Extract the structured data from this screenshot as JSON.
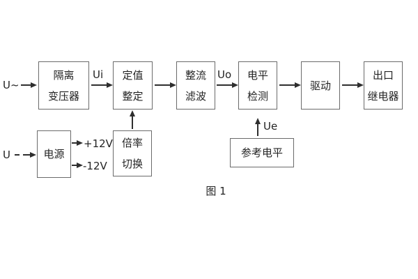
{
  "caption": "图 1",
  "inputs": {
    "ac_label": "U~",
    "dc_label": "U"
  },
  "signals": {
    "ui": "Ui",
    "uo": "Uo",
    "ue": "Ue",
    "plus_12v": "+12V",
    "minus_12v": "-12V"
  },
  "boxes": {
    "isolation_transformer": {
      "line1": "隔离",
      "line2": "变压器"
    },
    "setting": {
      "line1": "定值",
      "line2": "整定"
    },
    "rectifier_filter": {
      "line1": "整流",
      "line2": "滤波"
    },
    "level_detection": {
      "line1": "电平",
      "line2": "检测"
    },
    "drive": {
      "label": "驱动"
    },
    "output_relay": {
      "line1": "出口",
      "line2": "继电器"
    },
    "power_supply": {
      "label": "电源"
    },
    "multiplier_switch": {
      "line1": "倍率",
      "line2": "切换"
    },
    "reference_level": {
      "label": "参考电平"
    }
  },
  "colors": {
    "background": "#ffffff",
    "box_border": "#6a6a6a",
    "text": "#242424",
    "line": "#2e2e2e"
  }
}
